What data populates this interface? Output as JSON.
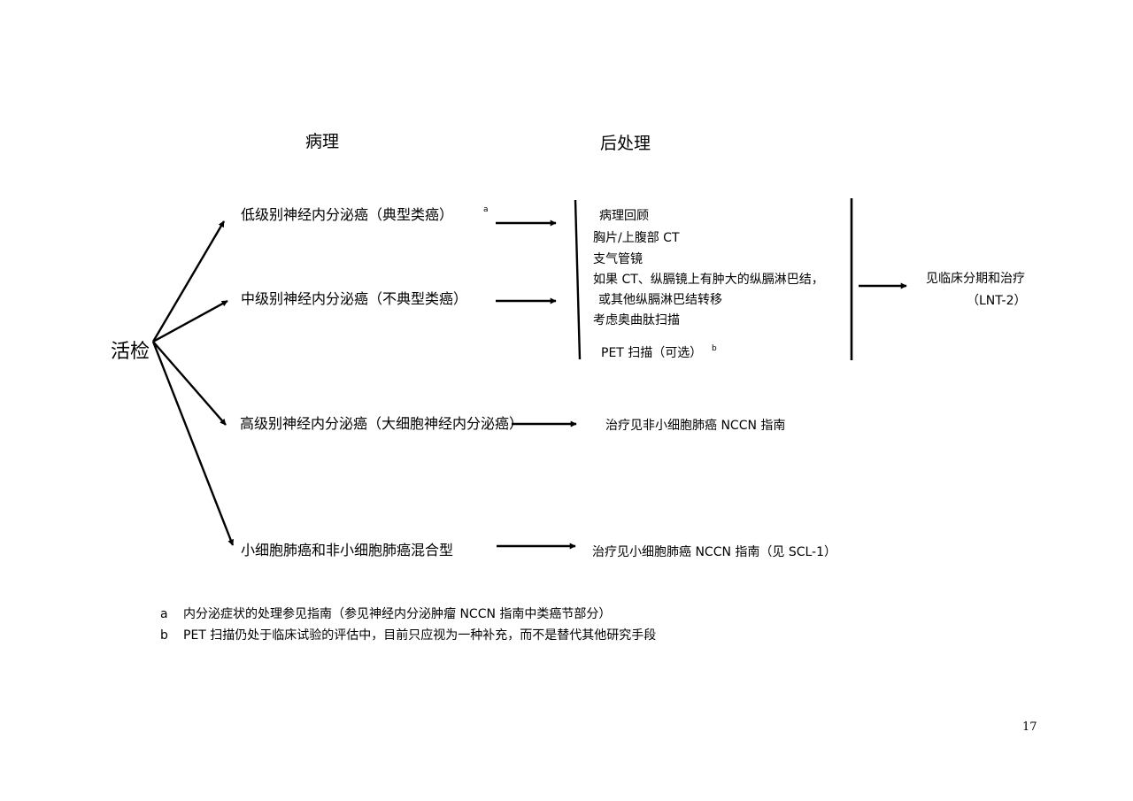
{
  "headers": {
    "pathology": "病理",
    "post_processing": "后处理"
  },
  "root": "活检",
  "pathology_types": [
    {
      "label": "低级别神经内分泌癌（典型类癌）",
      "note": "a"
    },
    {
      "label": "中级别神经内分泌癌（不典型类癌）",
      "note": ""
    },
    {
      "label": "高级别神经内分泌癌（大细胞神经内分泌癌）",
      "note": ""
    },
    {
      "label": "小细胞肺癌和非小细胞肺癌混合型",
      "note": ""
    }
  ],
  "workup_items": [
    "病理回顾",
    "胸片/上腹部 CT",
    "支气管镜",
    "如果 CT、纵膈镜上有肿大的纵膈淋巴结，",
    "或其他纵膈淋巴结转移",
    "考虑奥曲肽扫描",
    "PET 扫描（可选）"
  ],
  "workup_pet_note": "b",
  "next_step": {
    "line1": "见临床分期和治疗",
    "line2": "（LNT-2）"
  },
  "treatments": {
    "high_grade": "治疗见非小细胞肺癌 NCCN 指南",
    "mixed": "治疗见小细胞肺癌 NCCN 指南（见 SCL-1）"
  },
  "footnotes": [
    {
      "mark": "a",
      "text": "内分泌症状的处理参见指南（参见神经内分泌肿瘤 NCCN 指南中类癌节部分）"
    },
    {
      "mark": "b",
      "text": "PET 扫描仍处于临床试验的评估中，目前只应视为一种补充，而不是替代其他研究手段"
    }
  ],
  "page_number": "17"
}
